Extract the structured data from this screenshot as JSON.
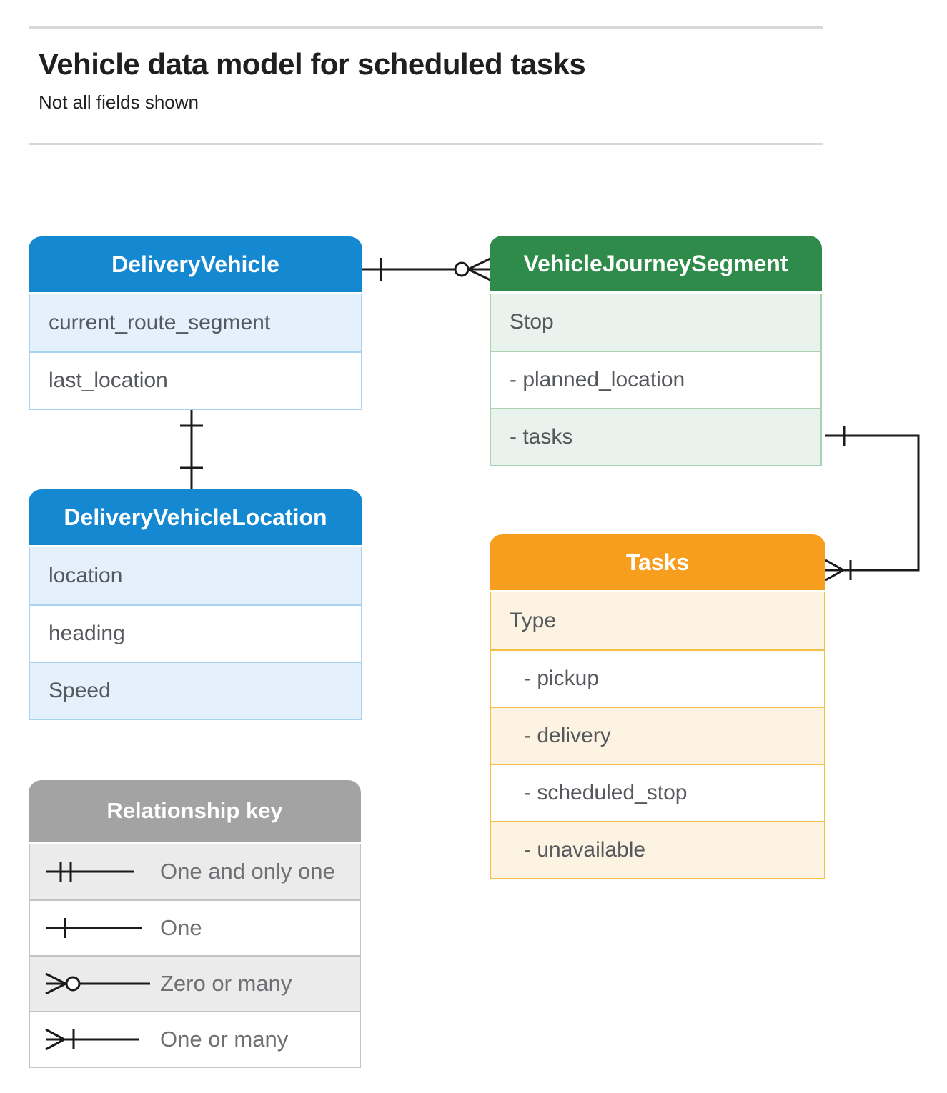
{
  "page": {
    "title": "Vehicle data model for scheduled tasks",
    "subtitle": "Not all fields shown"
  },
  "entities": [
    {
      "id": "delivery_vehicle",
      "title": "DeliveryVehicle",
      "theme": "blue",
      "rows": [
        "current_route_segment",
        "last_location"
      ]
    },
    {
      "id": "vehicle_journey_segment",
      "title": "VehicleJourneySegment",
      "theme": "green",
      "rows": [
        "Stop",
        "- planned_location",
        "- tasks"
      ]
    },
    {
      "id": "delivery_vehicle_location",
      "title": "DeliveryVehicleLocation",
      "theme": "blue",
      "rows": [
        "location",
        "heading",
        "Speed"
      ]
    },
    {
      "id": "tasks",
      "title": "Tasks",
      "theme": "orange",
      "rows": [
        "Type",
        "- pickup",
        "- delivery",
        "- scheduled_stop",
        "- unavailable"
      ]
    }
  ],
  "relationships": [
    {
      "from": "DeliveryVehicle",
      "to": "VehicleJourneySegment",
      "from_cardinality": "one",
      "to_cardinality": "zero-or-many"
    },
    {
      "from": "DeliveryVehicle",
      "to": "DeliveryVehicleLocation",
      "from_cardinality": "one",
      "to_cardinality": "one"
    },
    {
      "from": "VehicleJourneySegment.tasks",
      "to": "Tasks",
      "from_cardinality": "one",
      "to_cardinality": "one-or-many"
    }
  ],
  "legend": {
    "title": "Relationship key",
    "items": [
      {
        "symbol": "one-and-only-one",
        "label": "One and only one"
      },
      {
        "symbol": "one",
        "label": "One"
      },
      {
        "symbol": "zero-or-many",
        "label": "Zero or many"
      },
      {
        "symbol": "one-or-many",
        "label": "One or many"
      }
    ]
  },
  "colors": {
    "blue": "#1488D0",
    "blue_light": "#E4F0FC",
    "blue_border": "#A8D4F2",
    "green": "#2E8B49",
    "green_light": "#E9F2EC",
    "green_border": "#A8D2B0",
    "orange": "#F89E1E",
    "orange_light": "#FDF3E2",
    "orange_border": "#F5BE45",
    "gray": "#A3A3A3",
    "gray_light": "#EBEBEB",
    "gray_border": "#C4C4C4",
    "line": "#1A1A1A",
    "rule": "#D8D8D8",
    "text_dark": "#1F1F1F",
    "text_field": "#55585C",
    "text_legend": "#6E7073"
  }
}
